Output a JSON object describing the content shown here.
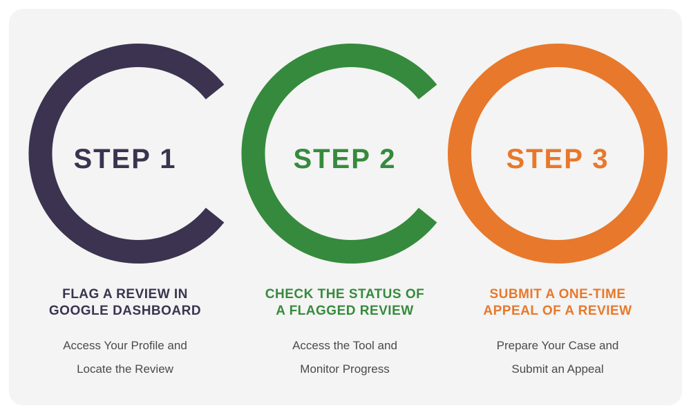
{
  "colors": {
    "step1": "#3b3350",
    "step2": "#368a3d",
    "step3": "#e8782b",
    "background": "#f3f4f3",
    "description_text": "#4a4a4a"
  },
  "steps": [
    {
      "label": "STEP 1",
      "title": "FLAG A REVIEW IN\nGOOGLE DASHBOARD",
      "description": "Access Your Profile and\nLocate the Review"
    },
    {
      "label": "STEP 2",
      "title": "CHECK THE STATUS OF\nA FLAGGED REVIEW",
      "description": "Access the Tool and\nMonitor Progress"
    },
    {
      "label": "STEP 3",
      "title": "SUBMIT A ONE-TIME\nAPPEAL OF A REVIEW",
      "description": "Prepare Your Case and\nSubmit an Appeal"
    }
  ]
}
